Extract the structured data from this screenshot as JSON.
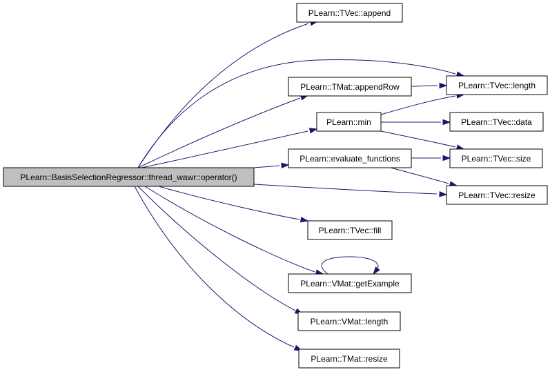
{
  "graph": {
    "edge_color": "#191970",
    "root_fill": "#bfbfbf",
    "node_fill": "#ffffff",
    "nodes": [
      {
        "id": "root",
        "label": "PLearn::BasisSelectionRegressor::thread_wawr::operator()"
      },
      {
        "id": "tvec_append",
        "label": "PLearn::TVec::append"
      },
      {
        "id": "tvec_length",
        "label": "PLearn::TVec::length"
      },
      {
        "id": "tmat_appendrow",
        "label": "PLearn::TMat::appendRow"
      },
      {
        "id": "min",
        "label": "PLearn::min"
      },
      {
        "id": "tvec_data",
        "label": "PLearn::TVec::data"
      },
      {
        "id": "evaluate_functions",
        "label": "PLearn::evaluate_functions"
      },
      {
        "id": "tvec_size",
        "label": "PLearn::TVec::size"
      },
      {
        "id": "tvec_resize",
        "label": "PLearn::TVec::resize"
      },
      {
        "id": "tvec_fill",
        "label": "PLearn::TVec::fill"
      },
      {
        "id": "vmat_getexample",
        "label": "PLearn::VMat::getExample"
      },
      {
        "id": "vmat_length",
        "label": "PLearn::VMat::length"
      },
      {
        "id": "tmat_resize",
        "label": "PLearn::TMat::resize"
      }
    ],
    "edges": [
      {
        "from": "root",
        "to": "tvec_append"
      },
      {
        "from": "root",
        "to": "tvec_length"
      },
      {
        "from": "root",
        "to": "tmat_appendrow"
      },
      {
        "from": "root",
        "to": "min"
      },
      {
        "from": "root",
        "to": "evaluate_functions"
      },
      {
        "from": "root",
        "to": "tvec_resize"
      },
      {
        "from": "root",
        "to": "tvec_fill"
      },
      {
        "from": "root",
        "to": "vmat_getexample"
      },
      {
        "from": "root",
        "to": "vmat_length"
      },
      {
        "from": "root",
        "to": "tmat_resize"
      },
      {
        "from": "tmat_appendrow",
        "to": "tvec_length"
      },
      {
        "from": "min",
        "to": "tvec_length"
      },
      {
        "from": "min",
        "to": "tvec_data"
      },
      {
        "from": "min",
        "to": "tvec_size"
      },
      {
        "from": "evaluate_functions",
        "to": "tvec_size"
      },
      {
        "from": "evaluate_functions",
        "to": "tvec_resize"
      },
      {
        "from": "vmat_getexample",
        "to": "vmat_getexample"
      }
    ]
  }
}
